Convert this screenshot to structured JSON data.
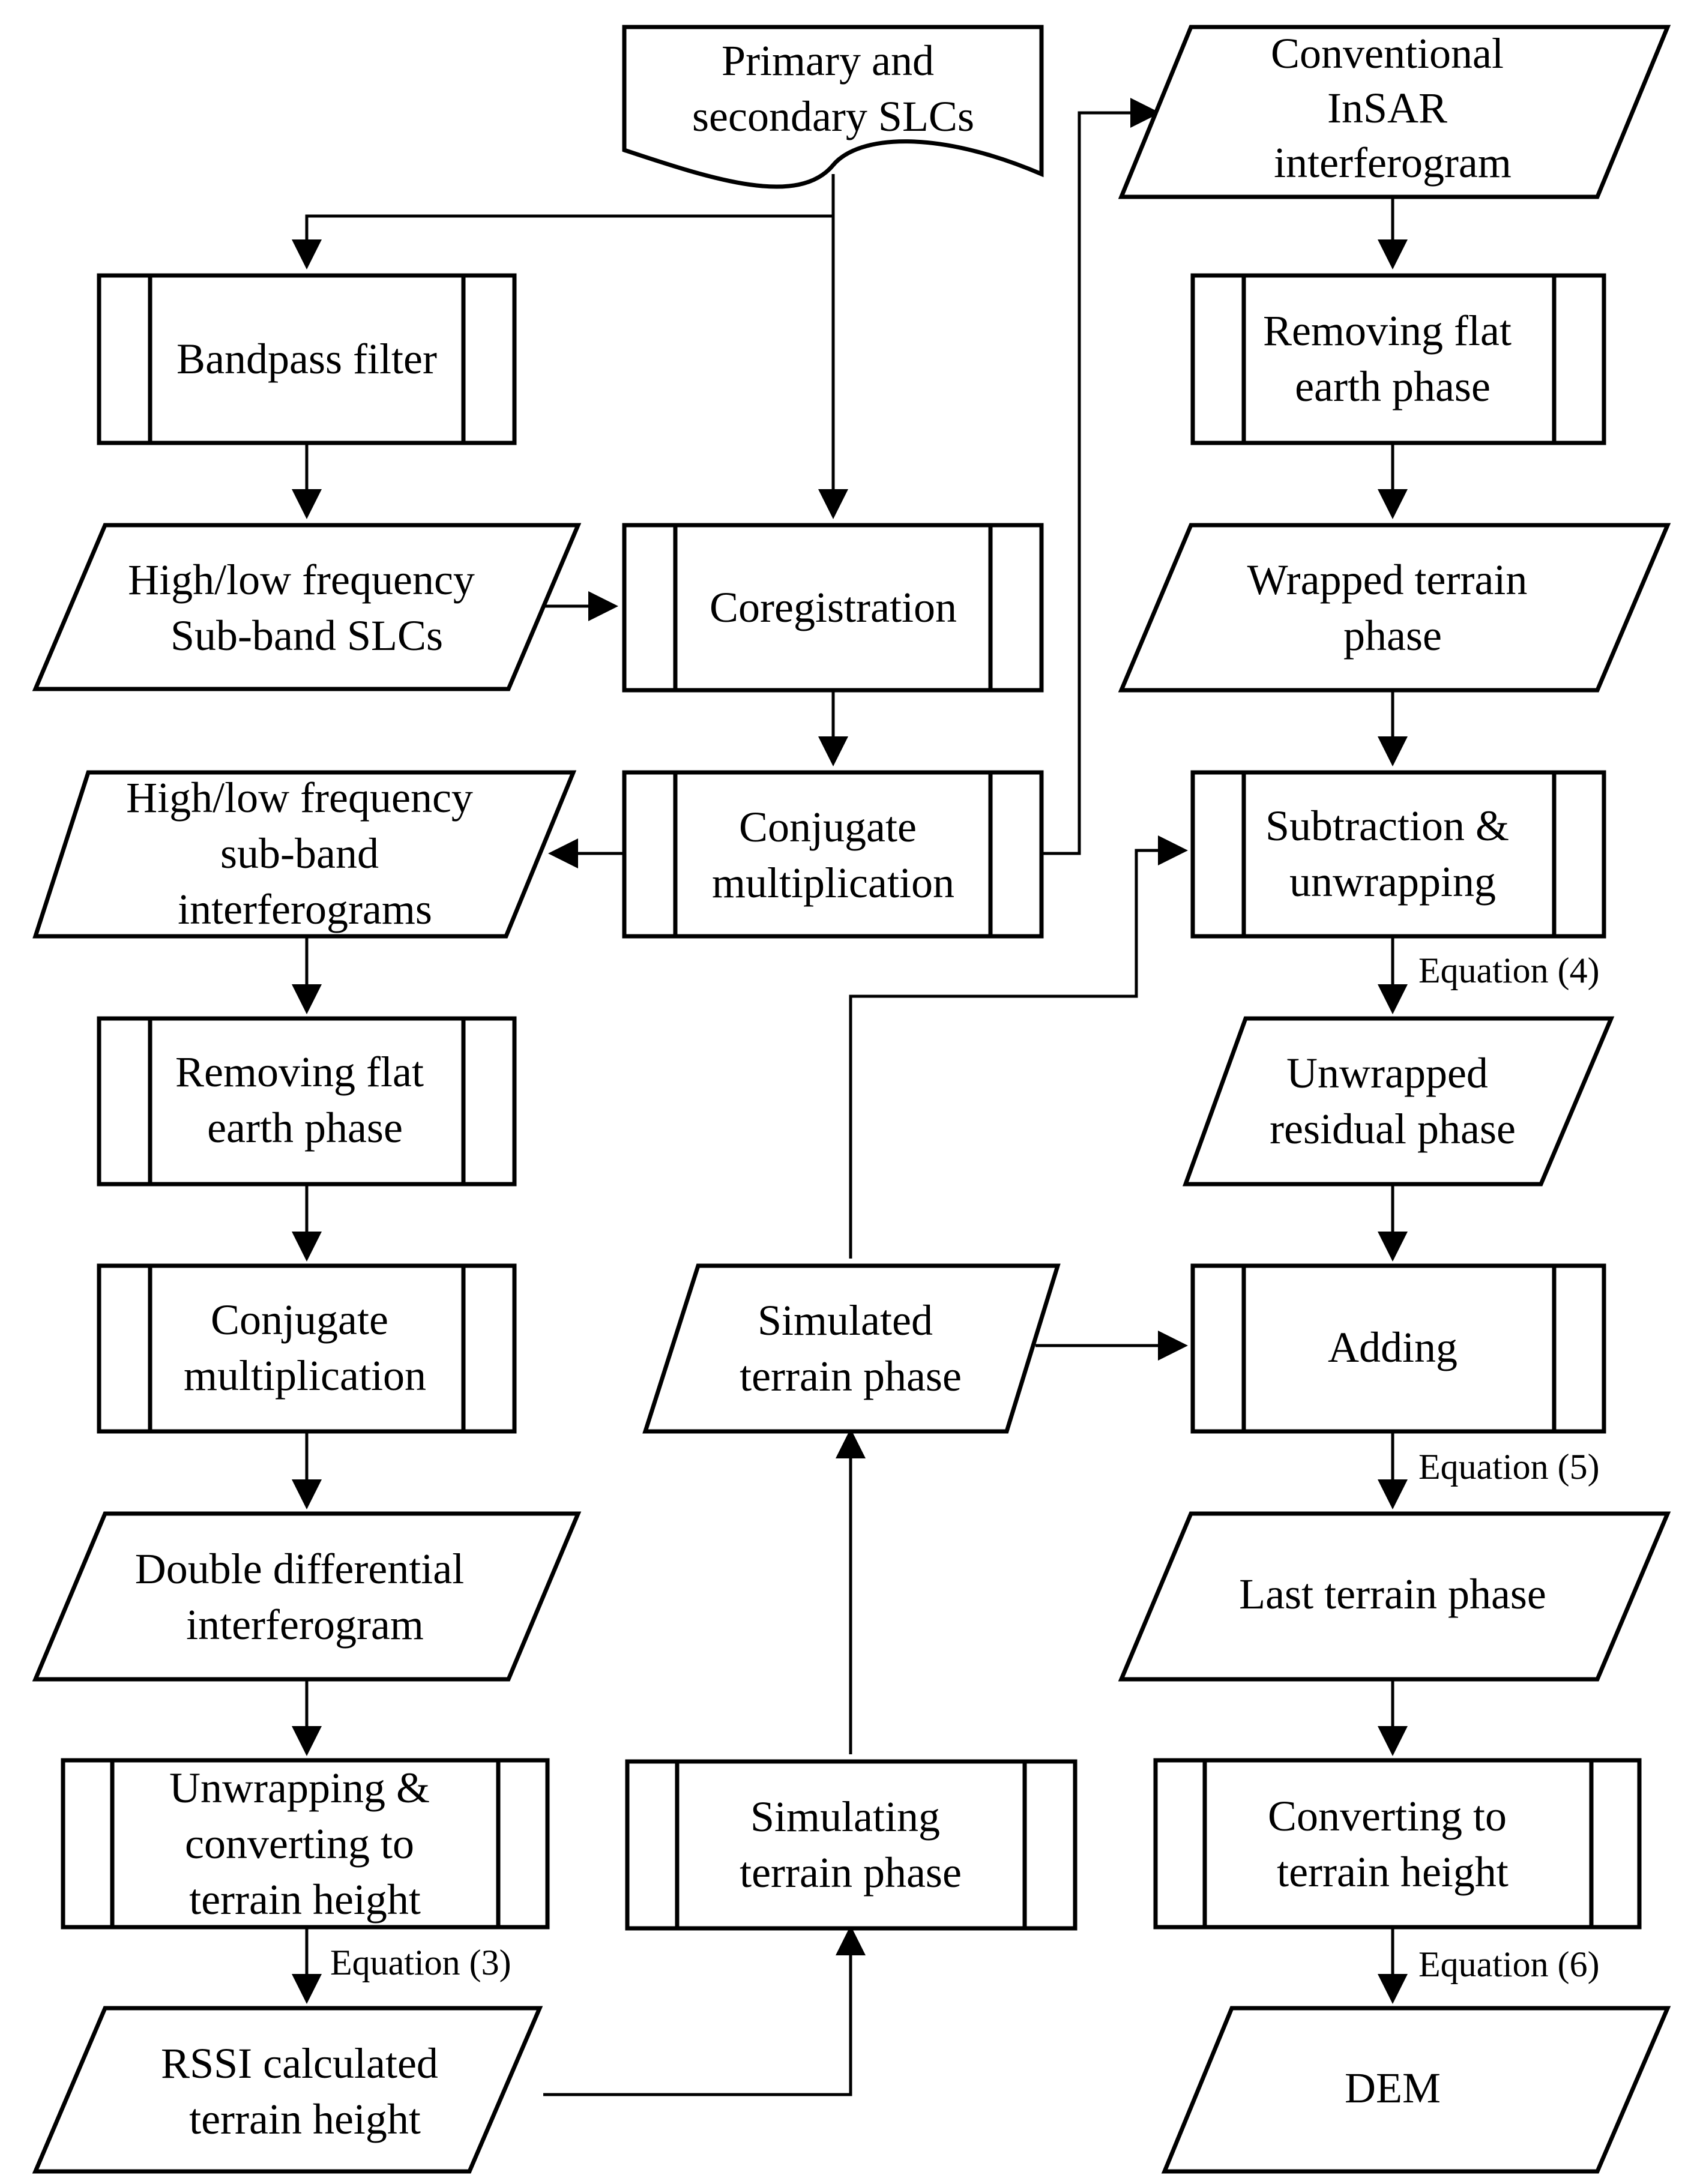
{
  "nodes": {
    "input": [
      "Primary and",
      "secondary  SLCs"
    ],
    "bandpass": [
      "Bandpass filter"
    ],
    "subband_slcs": [
      "High/low frequency",
      "Sub-band SLCs"
    ],
    "coregistration": [
      "Coregistration"
    ],
    "conj_mult_center": [
      "Conjugate",
      "multiplication"
    ],
    "subband_ifg": [
      "High/low frequency",
      "sub-band",
      "interferograms"
    ],
    "remove_flat_left": [
      "Removing flat",
      "earth phase"
    ],
    "conj_mult_left": [
      "Conjugate",
      "multiplication"
    ],
    "double_diff": [
      "Double differential",
      "interferogram"
    ],
    "unwrap_convert": [
      "Unwrapping &",
      "converting to",
      "terrain height"
    ],
    "rssi_height": [
      "RSSI calculated",
      "terrain height"
    ],
    "simulating": [
      "Simulating",
      "terrain phase"
    ],
    "simulated": [
      "Simulated",
      "terrain phase"
    ],
    "conventional_ifg": [
      "Conventional",
      "InSAR",
      "interferogram"
    ],
    "remove_flat_right": [
      "Removing flat",
      "earth phase"
    ],
    "wrapped_terrain": [
      "Wrapped terrain",
      "phase"
    ],
    "subtraction": [
      "Subtraction &",
      "unwrapping"
    ],
    "unwrapped_residual": [
      "Unwrapped",
      "residual phase"
    ],
    "adding": [
      "Adding"
    ],
    "last_terrain": [
      "Last terrain phase"
    ],
    "converting": [
      "Converting to",
      "terrain height"
    ],
    "dem": [
      "DEM"
    ]
  },
  "equations": {
    "eq3": "Equation (3)",
    "eq4": "Equation (4)",
    "eq5": "Equation (5)",
    "eq6": "Equation (6)"
  }
}
